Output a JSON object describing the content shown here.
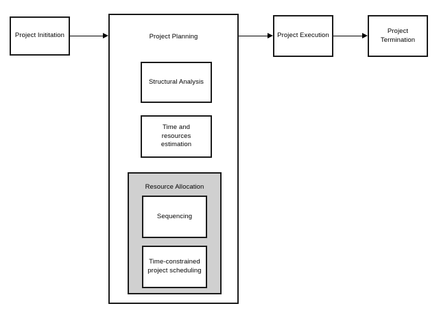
{
  "diagram": {
    "type": "flowchart",
    "title": "",
    "background_color": "#ffffff",
    "stroke_color": "#1a1a1a",
    "group_fill_color": "#d0d0d0",
    "node_fill_color": "#ffffff",
    "nodes": [
      {
        "id": "project-initiation",
        "label": "Project Inititation",
        "shape": "rectangle",
        "fill": "#ffffff"
      },
      {
        "id": "project-planning",
        "label": "Project Planning",
        "shape": "container",
        "fill": "#ffffff"
      },
      {
        "id": "structural-analysis",
        "label": "Structural Analysis",
        "shape": "rectangle",
        "fill": "#ffffff"
      },
      {
        "id": "time-and-resources-estimation",
        "label": "Time and\nresources\nestimation",
        "shape": "rectangle",
        "fill": "#ffffff"
      },
      {
        "id": "resource-allocation",
        "label": "Resource Allocation",
        "shape": "container",
        "fill": "#d0d0d0"
      },
      {
        "id": "sequencing",
        "label": "Sequencing",
        "shape": "rectangle",
        "fill": "#ffffff"
      },
      {
        "id": "time-constrained-project-scheduling",
        "label": "Time-constrained\nproject scheduling",
        "shape": "rectangle",
        "fill": "#ffffff"
      },
      {
        "id": "project-execution",
        "label": "Project Execution",
        "shape": "rectangle",
        "fill": "#ffffff"
      },
      {
        "id": "project-termination",
        "label": "Project\nTermination",
        "shape": "rectangle",
        "fill": "#ffffff"
      }
    ],
    "edges": [
      {
        "id": "edge-initiation-to-planning",
        "from": "project-initiation",
        "to": "project-planning",
        "label": "",
        "direction": "right",
        "arrowhead": "filled-triangle"
      },
      {
        "id": "edge-planning-to-execution",
        "from": "project-planning",
        "to": "project-execution",
        "label": "",
        "direction": "right",
        "arrowhead": "filled-triangle"
      },
      {
        "id": "edge-execution-to-termination",
        "from": "project-execution",
        "to": "project-termination",
        "label": "",
        "direction": "right",
        "arrowhead": "filled-triangle"
      }
    ]
  }
}
